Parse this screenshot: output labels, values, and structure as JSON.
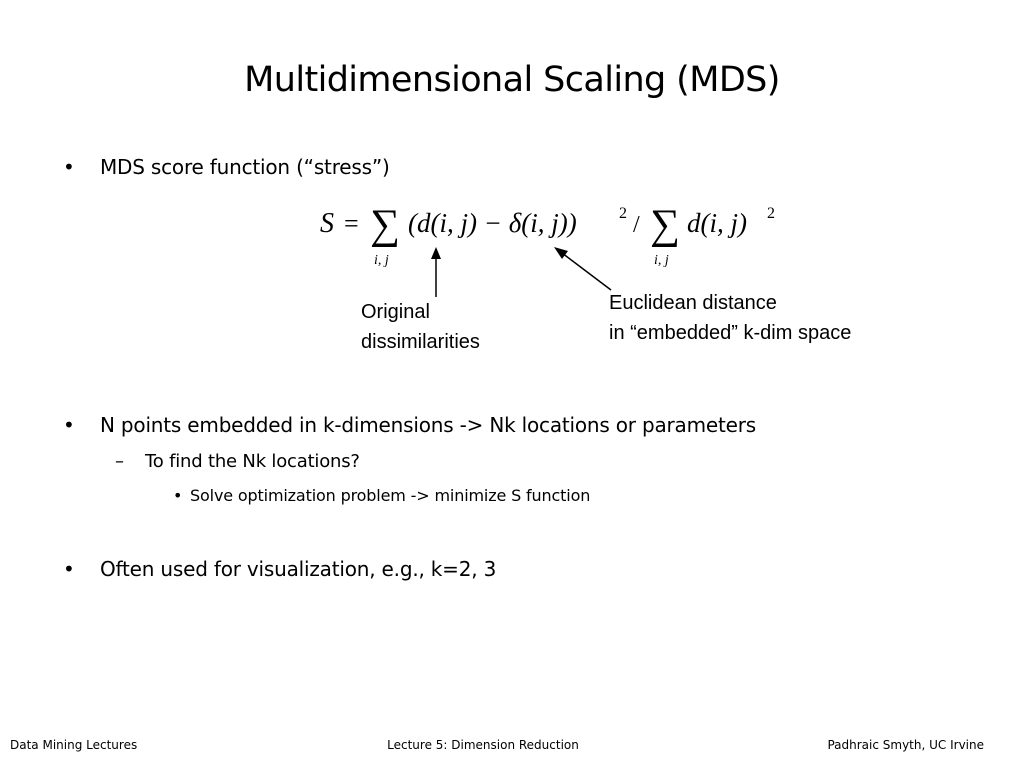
{
  "title": "Multidimensional Scaling (MDS)",
  "bullets": [
    {
      "mark": "•",
      "text": "MDS score function (“stress”)"
    },
    {
      "mark": "•",
      "text": "N points embedded in k-dimensions -> Nk locations or parameters"
    },
    {
      "mark": "•",
      "text": "Often used for visualization, e.g., k=2, 3"
    }
  ],
  "sub_bullet": {
    "mark": "–",
    "text": "To find the Nk locations?"
  },
  "subsub_bullet": {
    "mark": "•",
    "text": "Solve optimization problem -> minimize S function"
  },
  "formula": {
    "lhs": "S",
    "eq": "=",
    "sigma": "∑",
    "sub1": "i, j",
    "term1": "(d(i, j) − δ(i, j))",
    "exp1": "2",
    "slash": "/",
    "sub2": "i, j",
    "term2": "d(i, j)",
    "exp2": "2"
  },
  "annotations": {
    "original_line1": "Original",
    "original_line2": "dissimilarities",
    "euclid_line1": "Euclidean distance",
    "euclid_line2": "in “embedded” k-dim space"
  },
  "footer": {
    "left": "Data Mining Lectures",
    "center": "Lecture 5: Dimension Reduction",
    "right": "Padhraic Smyth, UC Irvine"
  }
}
